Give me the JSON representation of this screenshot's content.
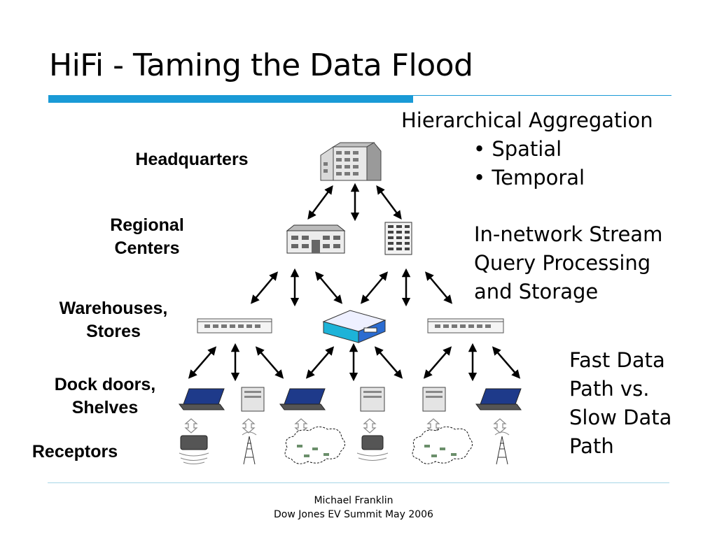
{
  "slide": {
    "title": "HiFi - Taming the Data Flood",
    "accent_color": "#1a9ad6"
  },
  "levels": {
    "headquarters": "Headquarters",
    "regional_line1": "Regional",
    "regional_line2": "Centers",
    "warehouses_line1": "Warehouses,",
    "warehouses_line2": "Stores",
    "dock_line1": "Dock doors,",
    "dock_line2": "Shelves",
    "receptors": "Receptors"
  },
  "notes": {
    "aggregation_heading": "Hierarchical Aggregation",
    "bullets": [
      "• Spatial",
      "• Temporal"
    ],
    "stream_lines": [
      "In-network Stream",
      "Query Processing",
      "and Storage"
    ],
    "path_lines": [
      "Fast Data",
      "Path vs.",
      "Slow Data",
      "Path"
    ]
  },
  "footer": {
    "author": "Michael Franklin",
    "event": "Dow Jones EV Summit May 2006"
  },
  "icons": {
    "headquarters": "office-building-icon",
    "regional": [
      "regional-building-icon",
      "regional-tower-icon"
    ],
    "warehouses": [
      "warehouse-icon",
      "store-server-icon",
      "warehouse-icon"
    ],
    "dock": [
      "laptop-icon",
      "server-icon",
      "laptop-icon",
      "server-icon",
      "server-icon",
      "laptop-icon"
    ],
    "receptors": [
      "rfid-reader-icon",
      "antenna-tower-icon",
      "sensor-cloud-icon",
      "rfid-reader-icon",
      "sensor-cloud-icon",
      "antenna-tower-icon"
    ]
  }
}
